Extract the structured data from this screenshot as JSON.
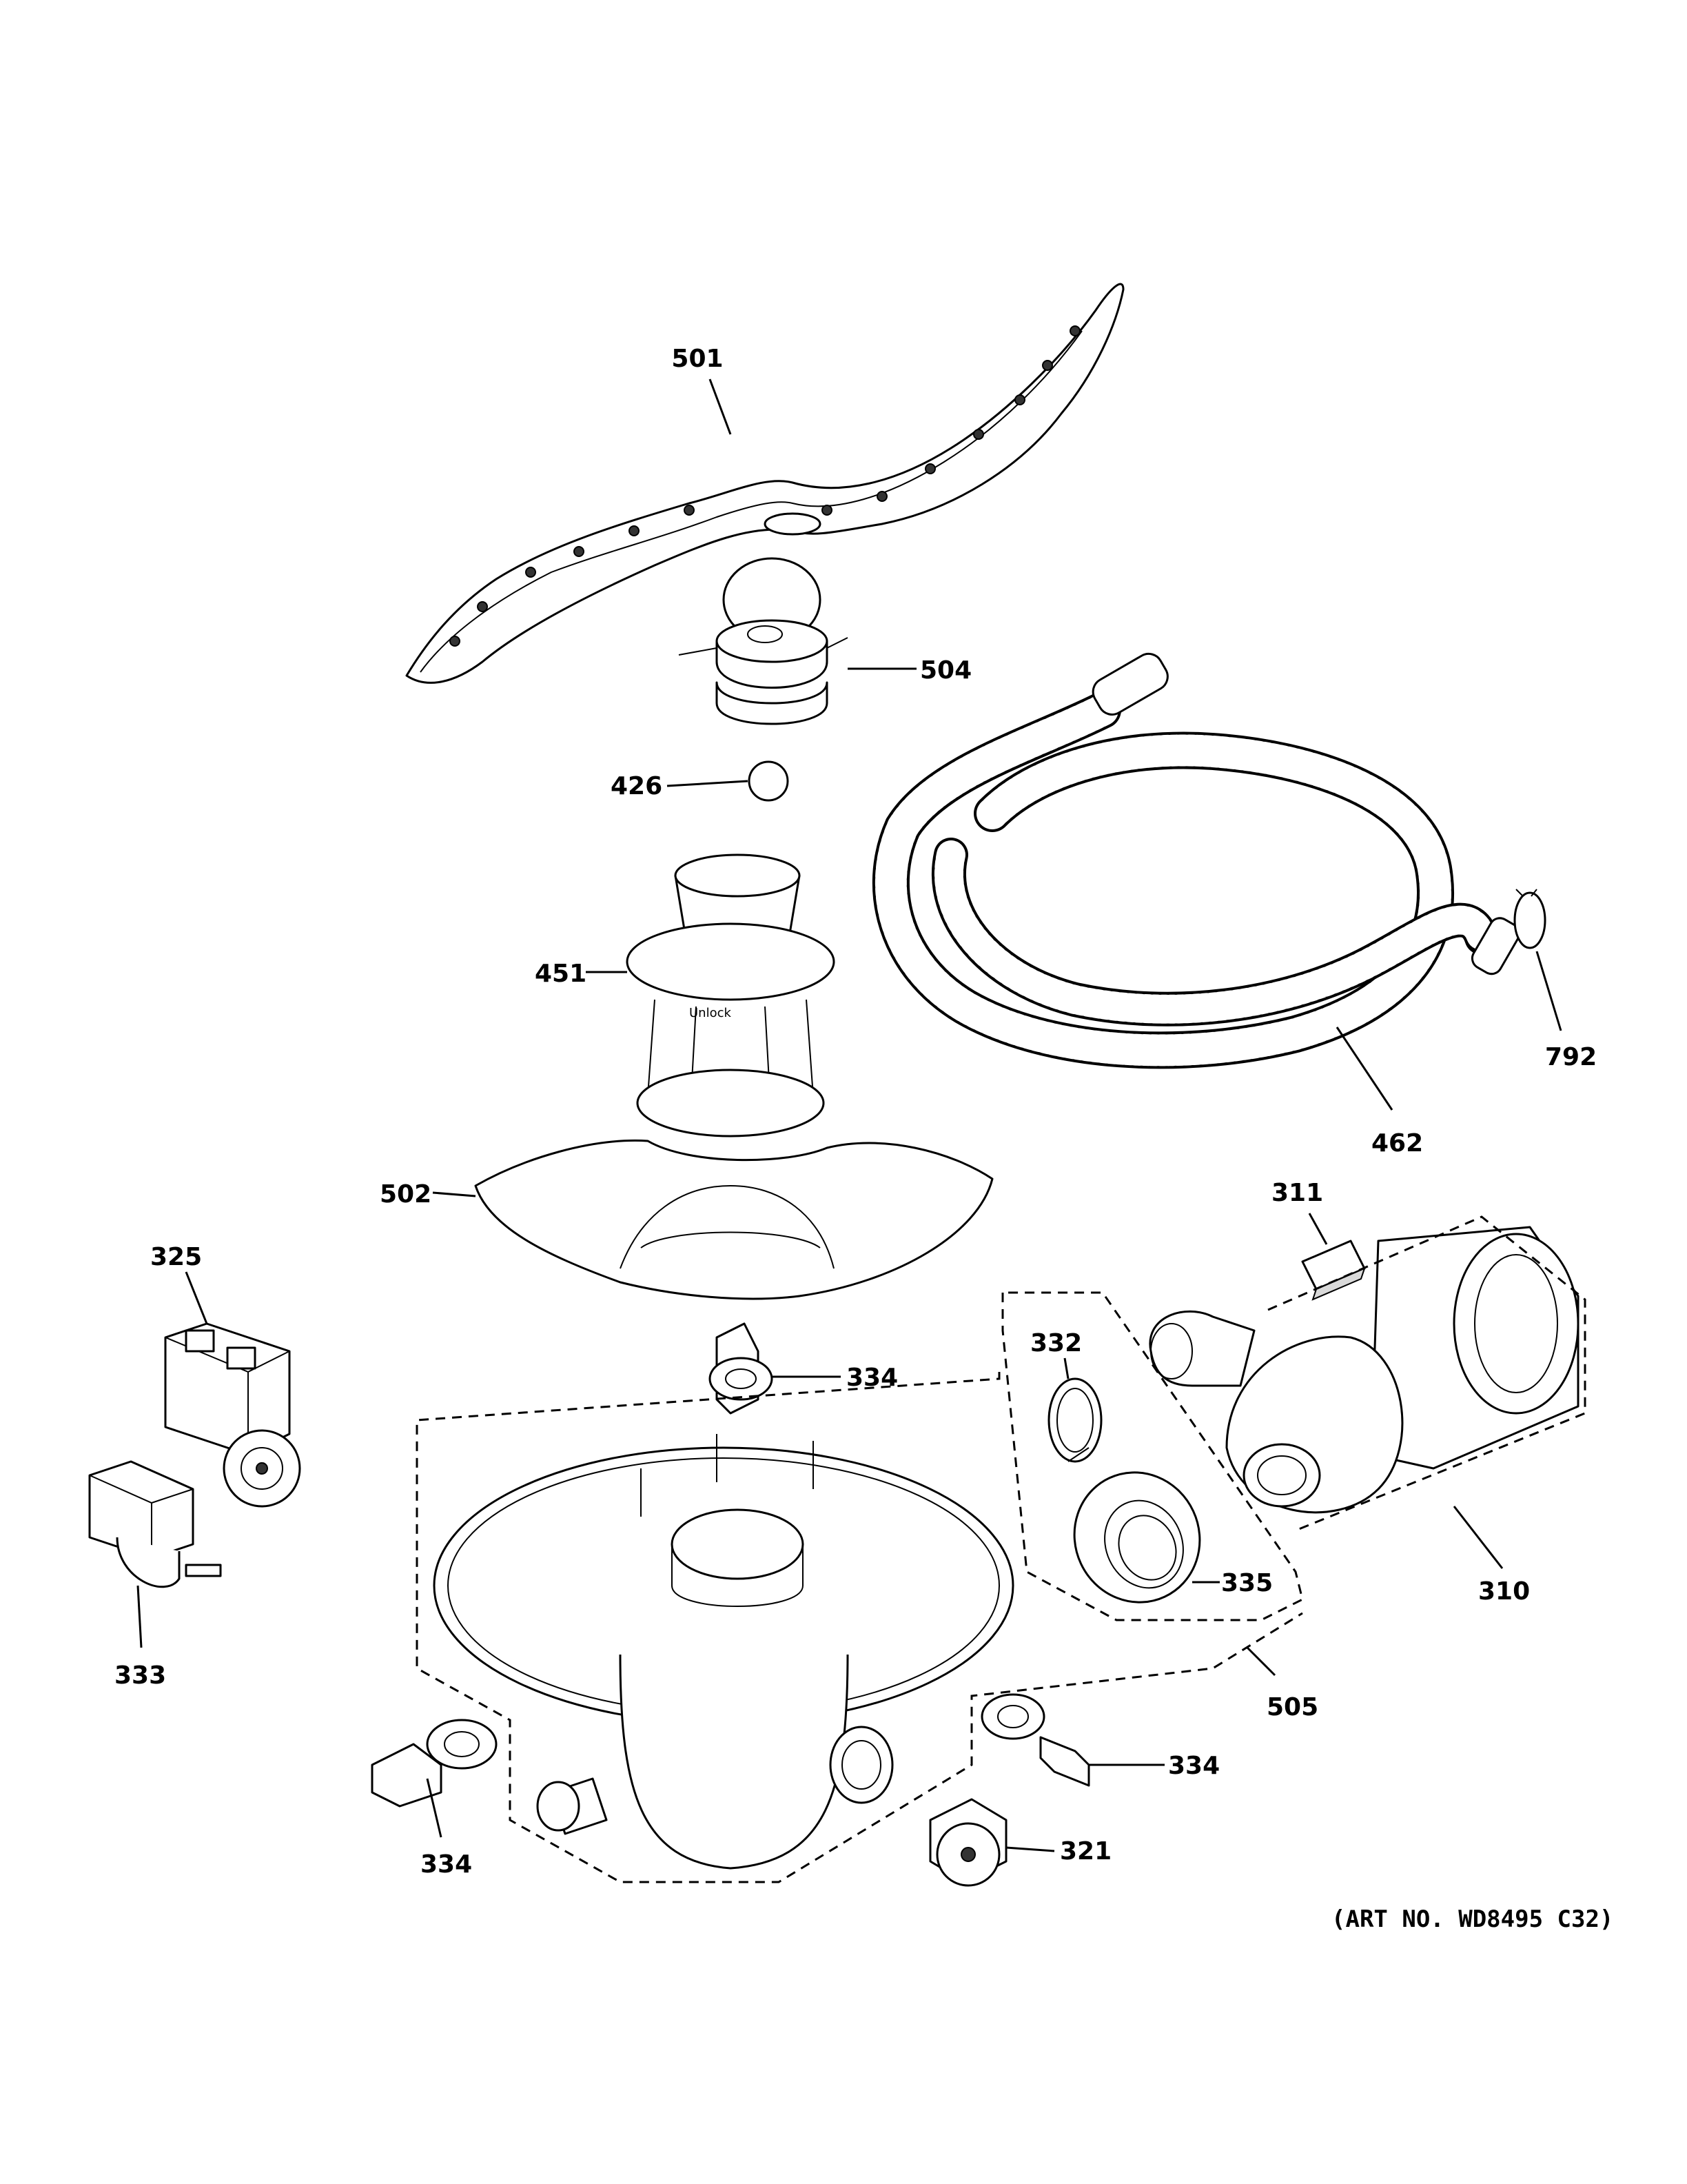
{
  "diagram": {
    "art_number": "(ART NO. WD8495 C32)",
    "parts": [
      {
        "id": "501",
        "label": "501",
        "name": "spray-arm"
      },
      {
        "id": "504",
        "label": "504",
        "name": "spray-arm-hub"
      },
      {
        "id": "426",
        "label": "426",
        "name": "ball"
      },
      {
        "id": "451",
        "label": "451",
        "name": "filter"
      },
      {
        "id": "502",
        "label": "502",
        "name": "fine-filter"
      },
      {
        "id": "462",
        "label": "462",
        "name": "drain-hose"
      },
      {
        "id": "792",
        "label": "792",
        "name": "hose-clamp"
      },
      {
        "id": "311",
        "label": "311",
        "name": "pump-clip"
      },
      {
        "id": "325",
        "label": "325",
        "name": "valve"
      },
      {
        "id": "333",
        "label": "333",
        "name": "actuator"
      },
      {
        "id": "332",
        "label": "332",
        "name": "clamp"
      },
      {
        "id": "334a",
        "label": "334",
        "name": "clip-top"
      },
      {
        "id": "310",
        "label": "310",
        "name": "pump-motor"
      },
      {
        "id": "335",
        "label": "335",
        "name": "seal"
      },
      {
        "id": "505",
        "label": "505",
        "name": "sump-assembly"
      },
      {
        "id": "334b",
        "label": "334",
        "name": "clip-right"
      },
      {
        "id": "321",
        "label": "321",
        "name": "sensor"
      },
      {
        "id": "334c",
        "label": "334",
        "name": "clip-left"
      }
    ]
  }
}
